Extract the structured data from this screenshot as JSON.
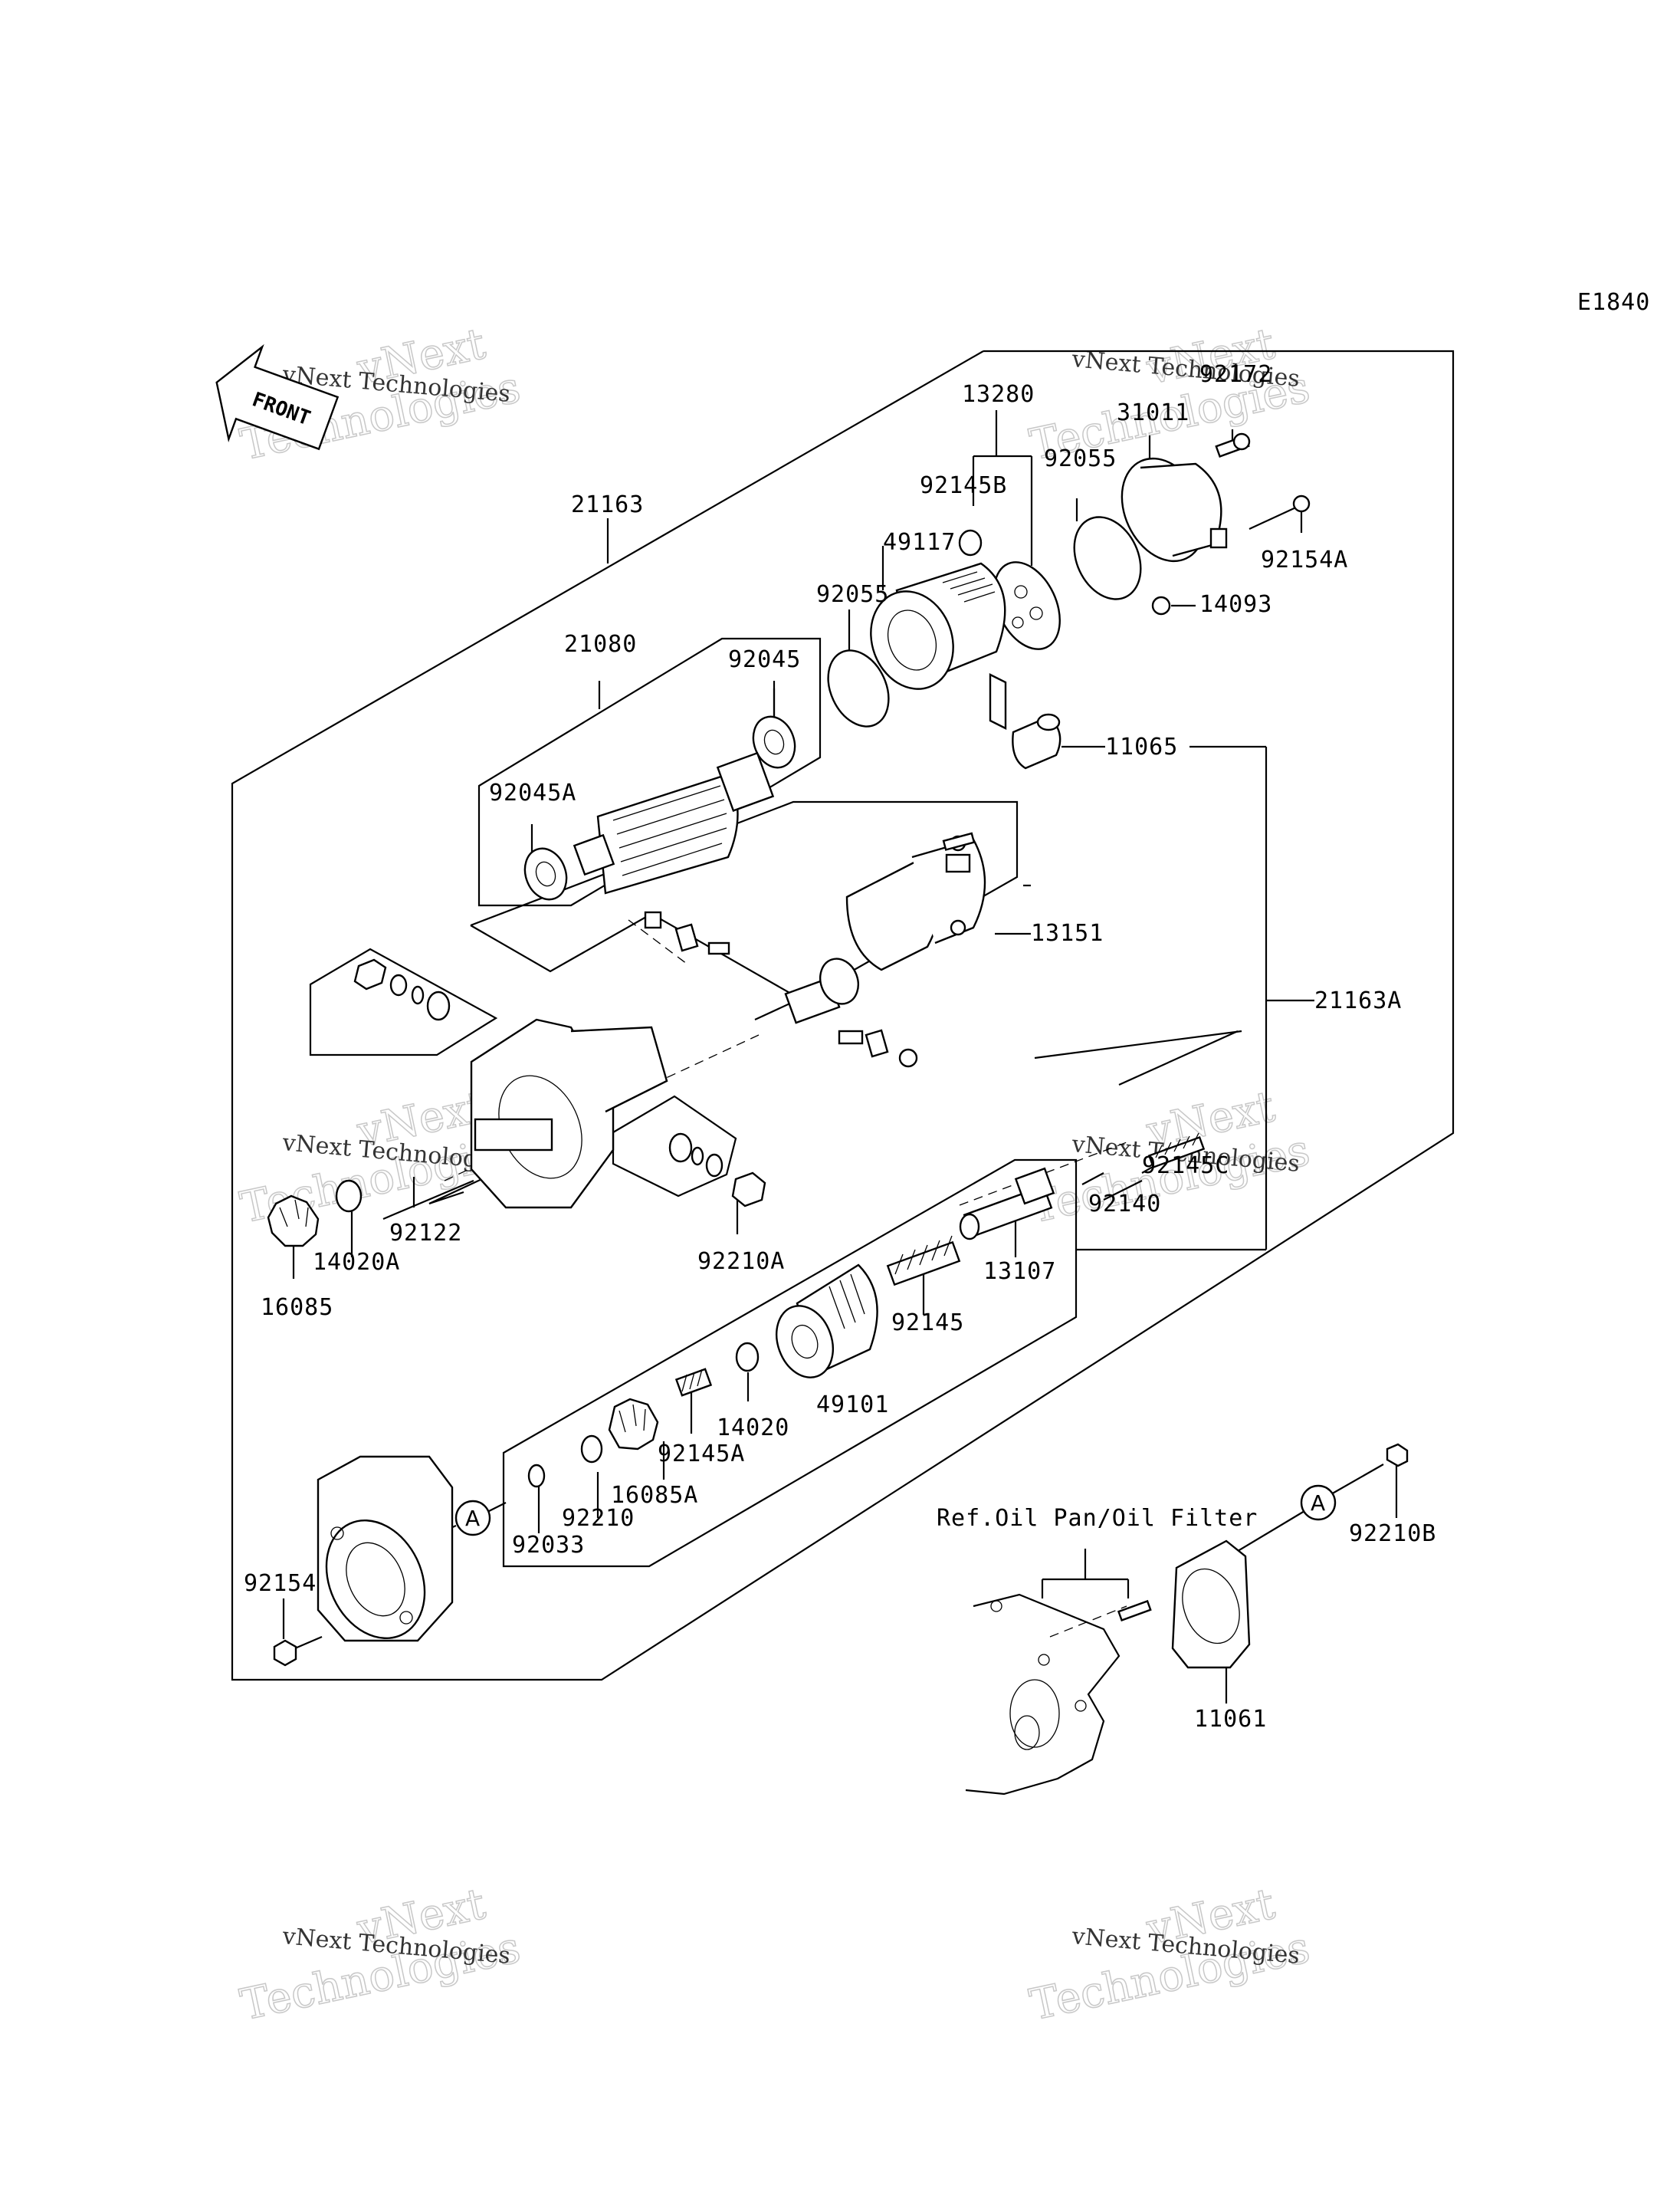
{
  "diagram": {
    "code": "E1840",
    "front_label": "FRONT",
    "ref_note": "Ref.Oil Pan/Oil Filter",
    "callout_a": "A",
    "watermark_small": "vNext Technologies",
    "watermark_big_1": "vNext",
    "watermark_big_2": "Technologies",
    "parts": {
      "p21163": "21163",
      "p21163A": "21163A",
      "p13280": "13280",
      "p92172": "92172",
      "p31011": "31011",
      "p92145B": "92145B",
      "p92055_top": "92055",
      "p92154A": "92154A",
      "p49117": "49117",
      "p92055": "92055",
      "p14093": "14093",
      "p21080": "21080",
      "p92045": "92045",
      "p11065": "11065",
      "p92045A": "92045A",
      "p13151": "13151",
      "p92145C": "92145C",
      "p92140": "92140",
      "p14020A": "14020A",
      "p92122": "92122",
      "p92210A": "92210A",
      "p13107": "13107",
      "p16085": "16085",
      "p92145": "92145",
      "p49101": "49101",
      "p14020": "14020",
      "p92145A": "92145A",
      "p16085A": "16085A",
      "p92210": "92210",
      "p92033": "92033",
      "p92154": "92154",
      "p92210B": "92210B",
      "p11061": "11061"
    }
  }
}
